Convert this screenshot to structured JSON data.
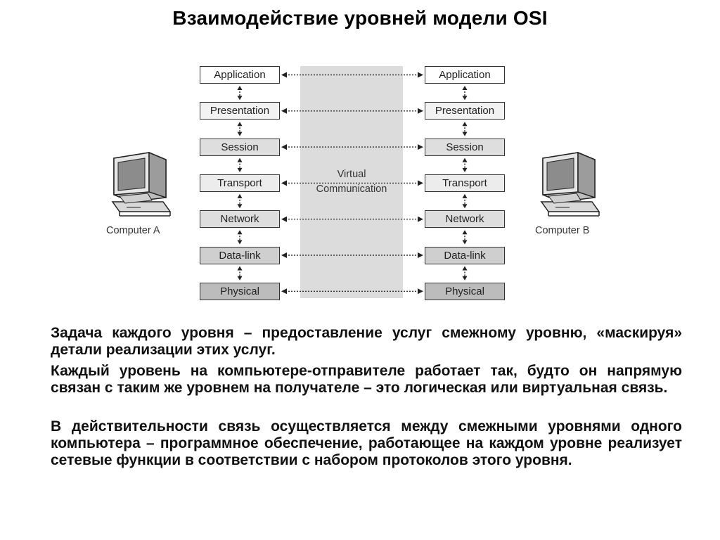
{
  "title": "Взаимодействие уровней модели OSI",
  "diagram": {
    "layers": [
      {
        "label": "Application",
        "fill": "#ffffff"
      },
      {
        "label": "Presentation",
        "fill": "#f2f2f2"
      },
      {
        "label": "Session",
        "fill": "#dedede"
      },
      {
        "label": "Transport",
        "fill": "#ececec"
      },
      {
        "label": "Network",
        "fill": "#dedede"
      },
      {
        "label": "Data-link",
        "fill": "#cfcfcf"
      },
      {
        "label": "Physical",
        "fill": "#bcbcbc"
      }
    ],
    "virtual_line1": "Virtual",
    "virtual_line2": "Communication",
    "computer_a": "Computer A",
    "computer_b": "Computer B"
  },
  "paragraphs": [
    "Задача каждого уровня – предоставление услуг смежному уровню, «маскируя» детали реализации этих услуг.",
    "Каждый уровень на компьютере-отправителе работает так, будто он напрямую связан с таким же уровнем на получателе – это логическая или виртуальная связь.",
    "В действительности связь осуществляется между смежными уровнями одного компьютера – программное обеспечение, работающее на каждом уровне реализует сетевые функции в соответствии с набором протоколов этого уровня."
  ]
}
